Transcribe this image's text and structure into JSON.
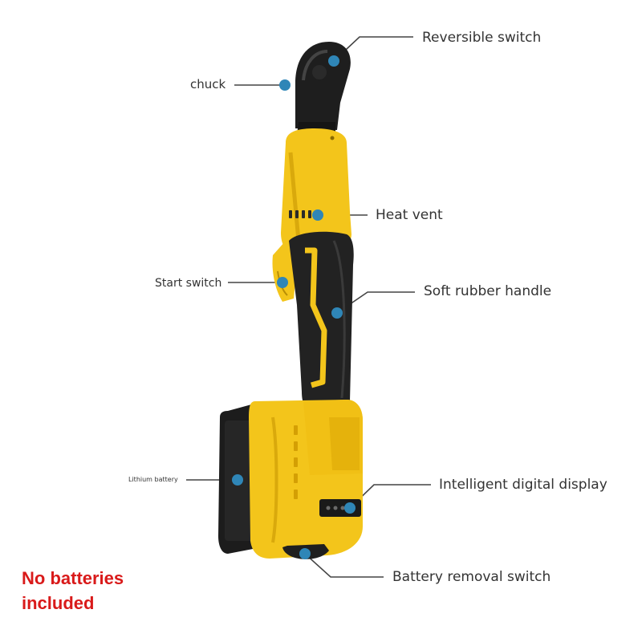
{
  "callouts": {
    "reversible_switch": "Reversible switch",
    "chuck": "chuck",
    "heat_vent": "Heat vent",
    "start_switch": "Start switch",
    "soft_rubber_handle": "Soft rubber handle",
    "lithium_battery": "Lithium battery",
    "intelligent_digital_display": "Intelligent digital display",
    "battery_removal_switch": "Battery removal switch"
  },
  "notice": {
    "line1": "No batteries",
    "line2": "included"
  },
  "colors": {
    "body_yellow": "#f3c51b",
    "body_black": "#202020",
    "marker_blue": "#2f86b7",
    "notice_red": "#d91a1a"
  }
}
